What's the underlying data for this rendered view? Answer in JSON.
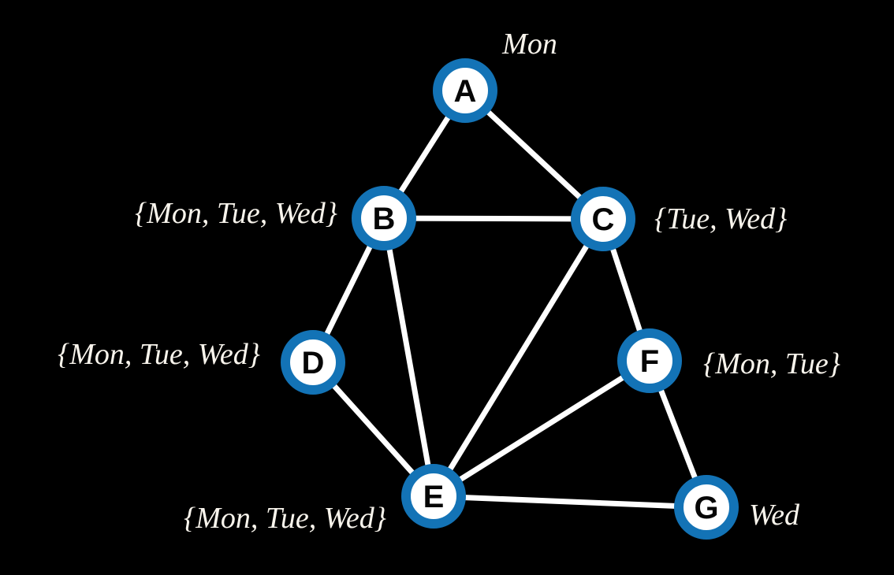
{
  "diagram": {
    "type": "graph",
    "description": "Constraint graph of seven variables with day-of-week domains",
    "nodes": [
      {
        "id": "A",
        "domain": "Mon"
      },
      {
        "id": "B",
        "domain": "{Mon, Tue, Wed}"
      },
      {
        "id": "C",
        "domain": "{Tue, Wed}"
      },
      {
        "id": "D",
        "domain": "{Mon, Tue, Wed}"
      },
      {
        "id": "E",
        "domain": "{Mon, Tue, Wed}"
      },
      {
        "id": "F",
        "domain": "{Mon, Tue}"
      },
      {
        "id": "G",
        "domain": "Wed"
      }
    ],
    "edges": [
      [
        "A",
        "B"
      ],
      [
        "A",
        "C"
      ],
      [
        "B",
        "C"
      ],
      [
        "B",
        "D"
      ],
      [
        "B",
        "E"
      ],
      [
        "C",
        "E"
      ],
      [
        "C",
        "F"
      ],
      [
        "D",
        "E"
      ],
      [
        "E",
        "F"
      ],
      [
        "E",
        "G"
      ],
      [
        "F",
        "G"
      ]
    ]
  },
  "colors": {
    "background": "#000000",
    "node_ring": "#1373b6",
    "node_fill": "#ffffff",
    "node_letter": "#060606",
    "edge": "#ffffff",
    "label_text": "#f8f4ec"
  }
}
